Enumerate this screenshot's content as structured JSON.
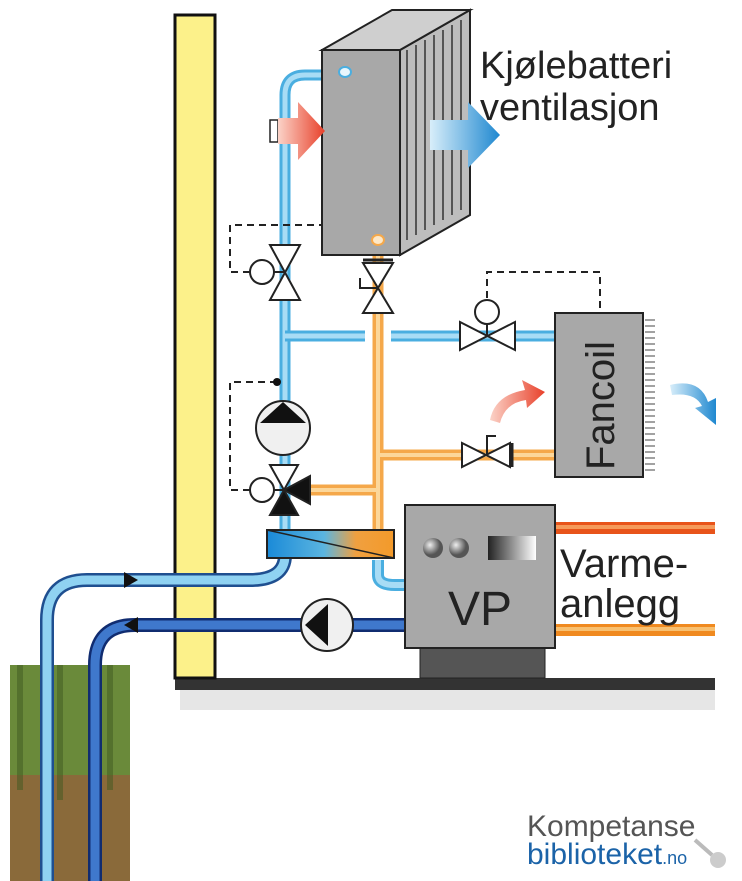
{
  "labels": {
    "cooling_coil_line1": "Kjølebatteri",
    "cooling_coil_line2": "ventilasjon",
    "fancoil": "Fancoil",
    "heat_pump": "VP",
    "heating_line1": "Varme-",
    "heating_line2": "anlegg"
  },
  "logo": {
    "line1": "Kompetanse",
    "line2": "biblioteket",
    "suffix": ".no"
  },
  "colors": {
    "cold_pipe": "#7cc8ea",
    "ground_pipe_dark": "#2f5fb0",
    "warm_pipe": "#f5a84a",
    "hot_pipe": "#e8541a",
    "wall": "#fcf18a",
    "equipment": "#a8a8a8",
    "logo_blue": "#1b63a8"
  }
}
